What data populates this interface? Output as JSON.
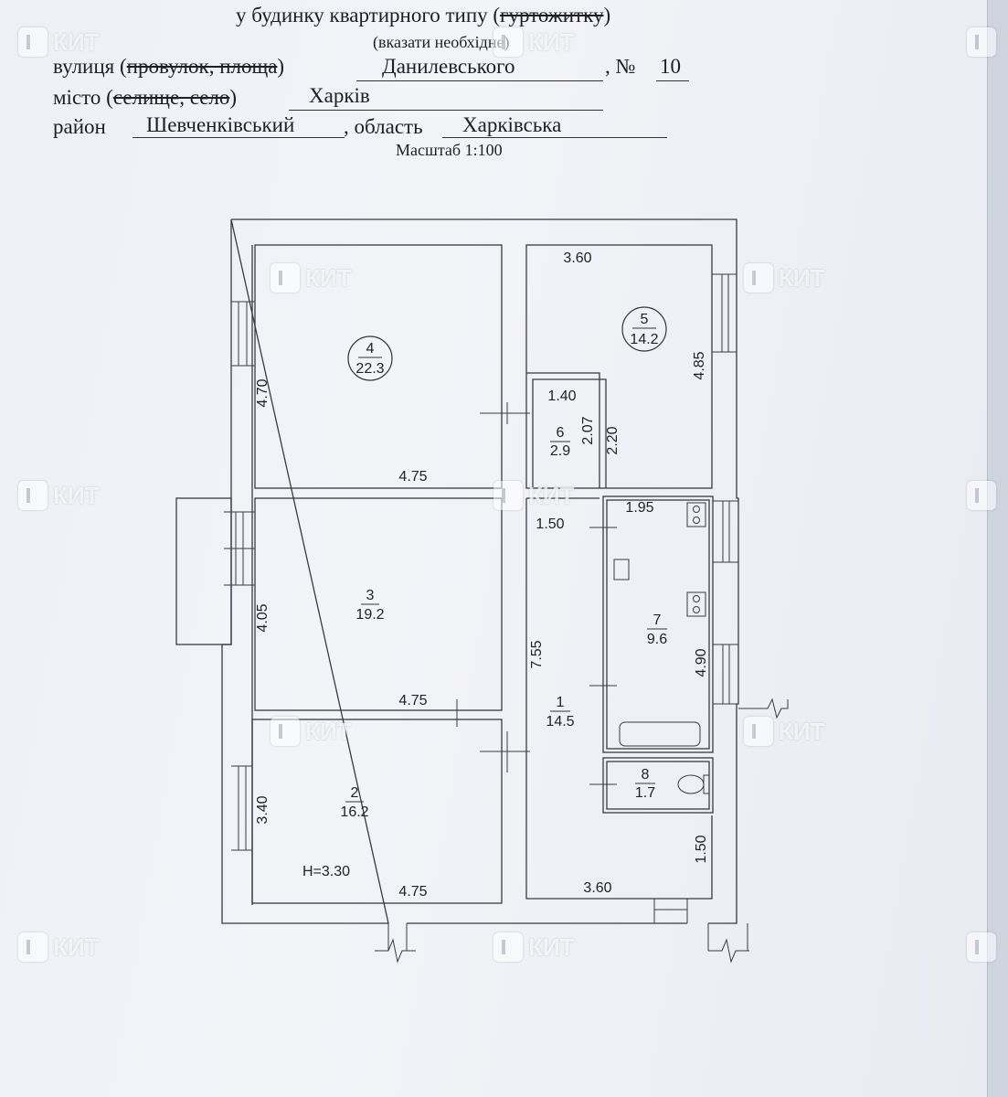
{
  "header": {
    "line1_prefix": "у будинку квартирного типу (",
    "line1_struck": "гуртожитку",
    "line1_suffix": ")",
    "line2": "(вказати необхідне)",
    "street_label": "вулиця",
    "street_paren_open": "(",
    "street_struck": "провулок, площа",
    "street_paren_close": ")",
    "street_value": "Данилевського",
    "number_label": ", № ",
    "number_value": "10",
    "city_label": "місто",
    "city_paren_open": "(",
    "city_struck": "селище, село",
    "city_paren_close": ")",
    "city_value": "Харків",
    "district_label": "район",
    "district_value": "Шевченківський",
    "region_label": ", область",
    "region_value": "Харківська",
    "scale": "Масштаб 1:100"
  },
  "plan": {
    "rooms": [
      {
        "number": "1",
        "area": "14.5"
      },
      {
        "number": "2",
        "area": "16.2"
      },
      {
        "number": "3",
        "area": "19.2"
      },
      {
        "number": "4",
        "area": "22.3"
      },
      {
        "number": "5",
        "area": "14.2"
      },
      {
        "number": "6",
        "area": "2.9"
      },
      {
        "number": "7",
        "area": "9.6"
      },
      {
        "number": "8",
        "area": "1.7"
      }
    ],
    "dimensions": {
      "r4_left": "4.70",
      "r4_bottom": "4.75",
      "r3_left": "4.05",
      "r3_bottom": "4.75",
      "r2_left": "3.40",
      "r2_bottom": "4.75",
      "r5_top": "3.60",
      "r5_right": "4.85",
      "r6_top": "1.40",
      "r6_side_a": "2.07",
      "r6_side_b": "2.20",
      "r1_top": "1.50",
      "r1_side": "7.55",
      "r1_bottom": "3.60",
      "r7_top": "1.95",
      "r7_right": "4.90",
      "r8_right": "1.50"
    },
    "height_note": "H=3.30"
  },
  "watermark": {
    "text": "КИТ"
  }
}
